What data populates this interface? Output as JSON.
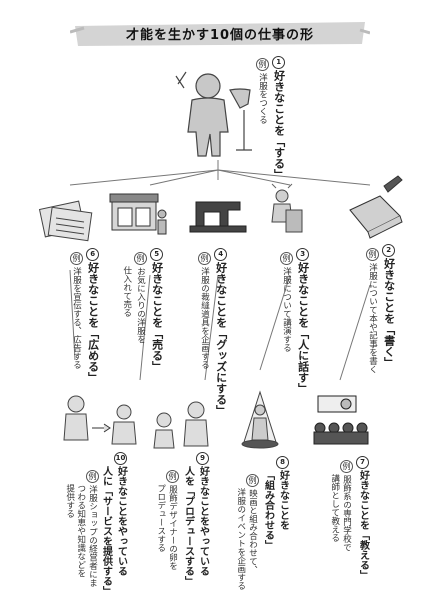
{
  "title": "才能を生かす10個の仕事の形",
  "rei_mark": "例",
  "items": [
    {
      "num": "1",
      "head": "好きなことを「する」",
      "example": "洋服をつくる",
      "icon": "tailor-with-scissors-and-mannequin-icon"
    },
    {
      "num": "2",
      "head": "好きなことを「書く」",
      "example": "洋服について本や記事を書く",
      "icon": "book-and-pen-icon"
    },
    {
      "num": "3",
      "head": "好きなことを「人に話す」",
      "example": "洋服について講演する",
      "icon": "speaker-at-podium-icon"
    },
    {
      "num": "4",
      "head": "好きなことを「グッズにする」",
      "example": "洋服の裁縫道具を企画する",
      "icon": "sewing-machine-icon"
    },
    {
      "num": "5",
      "head": "好きなことを「売る」",
      "example_lines": [
        "お気に入りの洋服を",
        "仕入れて売る"
      ],
      "icon": "shop-front-icon"
    },
    {
      "num": "6",
      "head": "好きなことを「広める」",
      "example": "洋服を宣伝する、広告する",
      "icon": "newspapers-icon"
    },
    {
      "num": "7",
      "head_lines": [
        "好きなことを「教える」"
      ],
      "example_lines": [
        "服飾系の専門学校で",
        "講師として教える"
      ],
      "icon": "teacher-with-students-icon"
    },
    {
      "num": "8",
      "head_lines": [
        "好きなことを",
        "「組み合わせる」"
      ],
      "example_lines": [
        "映画と組み合わせて、",
        "洋服のイベントを企画する"
      ],
      "icon": "spotlight-figure-icon"
    },
    {
      "num": "9",
      "head_lines": [
        "好きなことをやっている",
        "人を「プロデュースする」"
      ],
      "example_lines": [
        "服飾デザイナーの卵を",
        "プロデュースする"
      ],
      "icon": "producer-and-talent-icon"
    },
    {
      "num": "10",
      "head_lines": [
        "好きなことをやっている",
        "人に「サービスを提供する」"
      ],
      "example_lines": [
        "洋服ショップの経営者にま",
        "つわる知恵や知識などを",
        "提供する"
      ],
      "icon": "service-provider-icon"
    }
  ]
}
